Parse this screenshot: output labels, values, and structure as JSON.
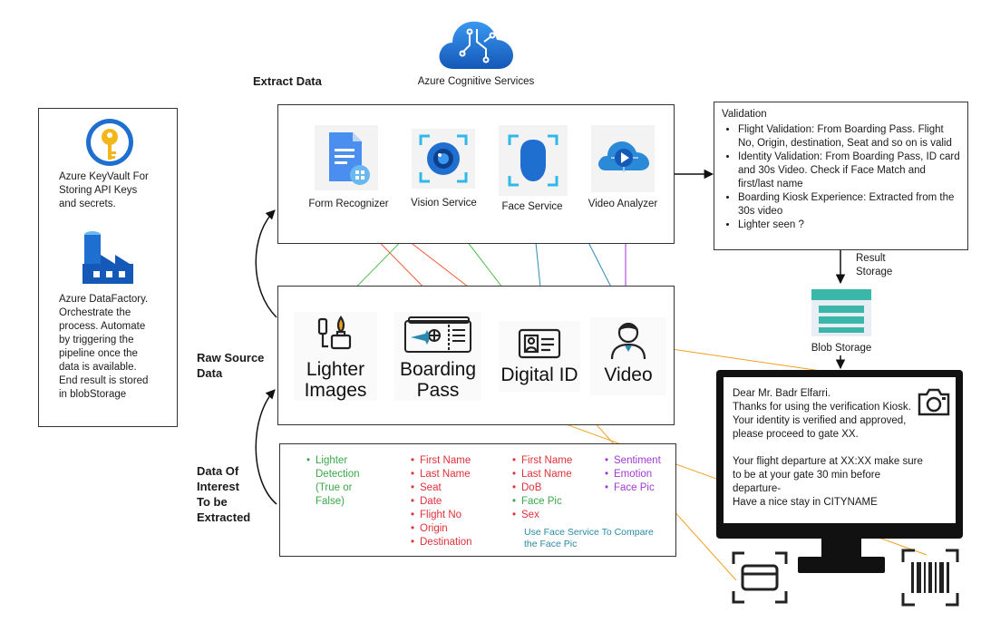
{
  "cloud": {
    "label": "Azure Cognitive Services"
  },
  "headings": {
    "extract": "Extract Data",
    "raw": [
      "Raw Source",
      "Data"
    ],
    "interest": [
      "Data Of",
      "Interest",
      "To be",
      "Extracted"
    ]
  },
  "left_panel": {
    "keyvault": [
      "Azure KeyVault For",
      "Storing API Keys",
      "and secrets."
    ],
    "datafactory": [
      "Azure DataFactory.",
      "Orchestrate the",
      "process. Automate",
      "by triggering the",
      "pipeline once the",
      "data is available.",
      "End result is stored",
      "in blobStorage"
    ]
  },
  "services": [
    {
      "label": "Form Recognizer",
      "icon": "form-recognizer-icon"
    },
    {
      "label": "Vision Service",
      "icon": "vision-icon"
    },
    {
      "label": "Face Service",
      "icon": "face-icon"
    },
    {
      "label": "Video Analyzer",
      "icon": "video-analyzer-icon"
    }
  ],
  "sources": [
    {
      "lines": [
        "Lighter",
        "Images"
      ],
      "icon": "lighter-icon"
    },
    {
      "lines": [
        "Boarding",
        "Pass"
      ],
      "icon": "boarding-pass-icon"
    },
    {
      "lines": [
        "Digital ID"
      ],
      "icon": "id-card-icon"
    },
    {
      "lines": [
        "Video"
      ],
      "icon": "person-icon"
    }
  ],
  "validation": {
    "title": "Validation",
    "items": [
      "Flight Validation: From Boarding Pass. Flight No, Origin, destination, Seat and so on is valid",
      "Identity Validation: From Boarding Pass, ID card and 30s Video. Check if Face Match and first/last name",
      "Boarding Kiosk Experience: Extracted from the 30s video",
      "Lighter seen ?"
    ]
  },
  "result_storage": [
    "Result",
    "Storage"
  ],
  "blob": {
    "label": "Blob Storage"
  },
  "interest": {
    "lighter": [
      "Lighter",
      "Detection",
      "(True or",
      "False)"
    ],
    "boarding": [
      "First Name",
      "Last Name",
      "Seat",
      "Date",
      "Flight No",
      "Origin",
      "Destination"
    ],
    "id": [
      {
        "text": "First Name",
        "color": "red"
      },
      {
        "text": "Last Name",
        "color": "red"
      },
      {
        "text": "DoB",
        "color": "red"
      },
      {
        "text": "Face Pic",
        "color": "green"
      },
      {
        "text": "Sex",
        "color": "red"
      }
    ],
    "video": [
      "Sentiment",
      "Emotion",
      "Face Pic"
    ],
    "note": [
      "Use Face Service To Compare",
      "the Face Pic"
    ]
  },
  "kiosk": {
    "lines": [
      "Dear Mr. Badr Elfarri.",
      "Thanks for using the verification Kiosk.",
      "Your identity is verified and approved,",
      "please proceed to gate XX.",
      "",
      "Your flight departure at XX:XX make sure",
      "to be at your gate 30 min before",
      "departure-",
      "Have a nice stay in CITYNAME"
    ]
  },
  "colors": {
    "red": "#e0303a",
    "green": "#3aa84a",
    "purple": "#a03ad0",
    "teal": "#2a8aa6",
    "orange": "#f0a020",
    "azure": "#1f6fd0",
    "link_green": "#4cbf4c",
    "link_red": "#f05a3a",
    "link_teal": "#2a8ab0",
    "link_purple": "#a030d0"
  }
}
